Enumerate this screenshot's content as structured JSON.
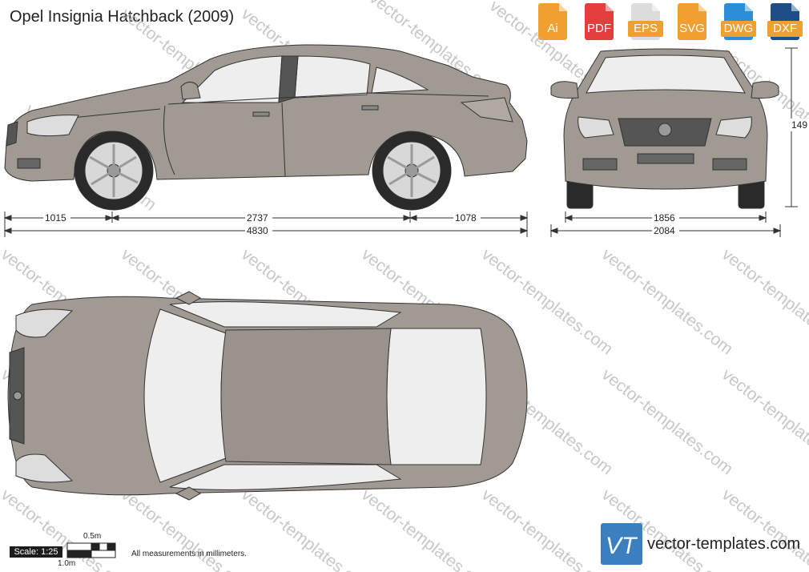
{
  "title": "Opel Insignia Hatchback (2009)",
  "formats": [
    {
      "label": "Ai",
      "color": "#f0a030"
    },
    {
      "label": "PDF",
      "color": "#e33d3d"
    },
    {
      "label": "EPS",
      "color": "#e8e8e8",
      "text_color": "#f0a030"
    },
    {
      "label": "SVG",
      "color": "#f0a030"
    },
    {
      "label": "DWG",
      "color": "#2a8fd8"
    },
    {
      "label": "DXF",
      "color": "#1e4e86"
    }
  ],
  "dimensions": {
    "front_overhang": "1015",
    "wheelbase": "2737",
    "rear_overhang": "1078",
    "length": "4830",
    "track": "1856",
    "width": "2084",
    "height_partial": "149"
  },
  "watermark": "vector-templates.com",
  "scale": {
    "label": "Scale: 1:25",
    "half_meter": "0.5m",
    "one_meter": "1.0m"
  },
  "note": "All measurements in millimeters.",
  "logo": {
    "mark": "VT",
    "text": "vector-templates.com"
  },
  "colors": {
    "body": "#a19a92",
    "glass": "#eeeeee",
    "tire": "#2a2a2a",
    "outline": "#333333"
  }
}
